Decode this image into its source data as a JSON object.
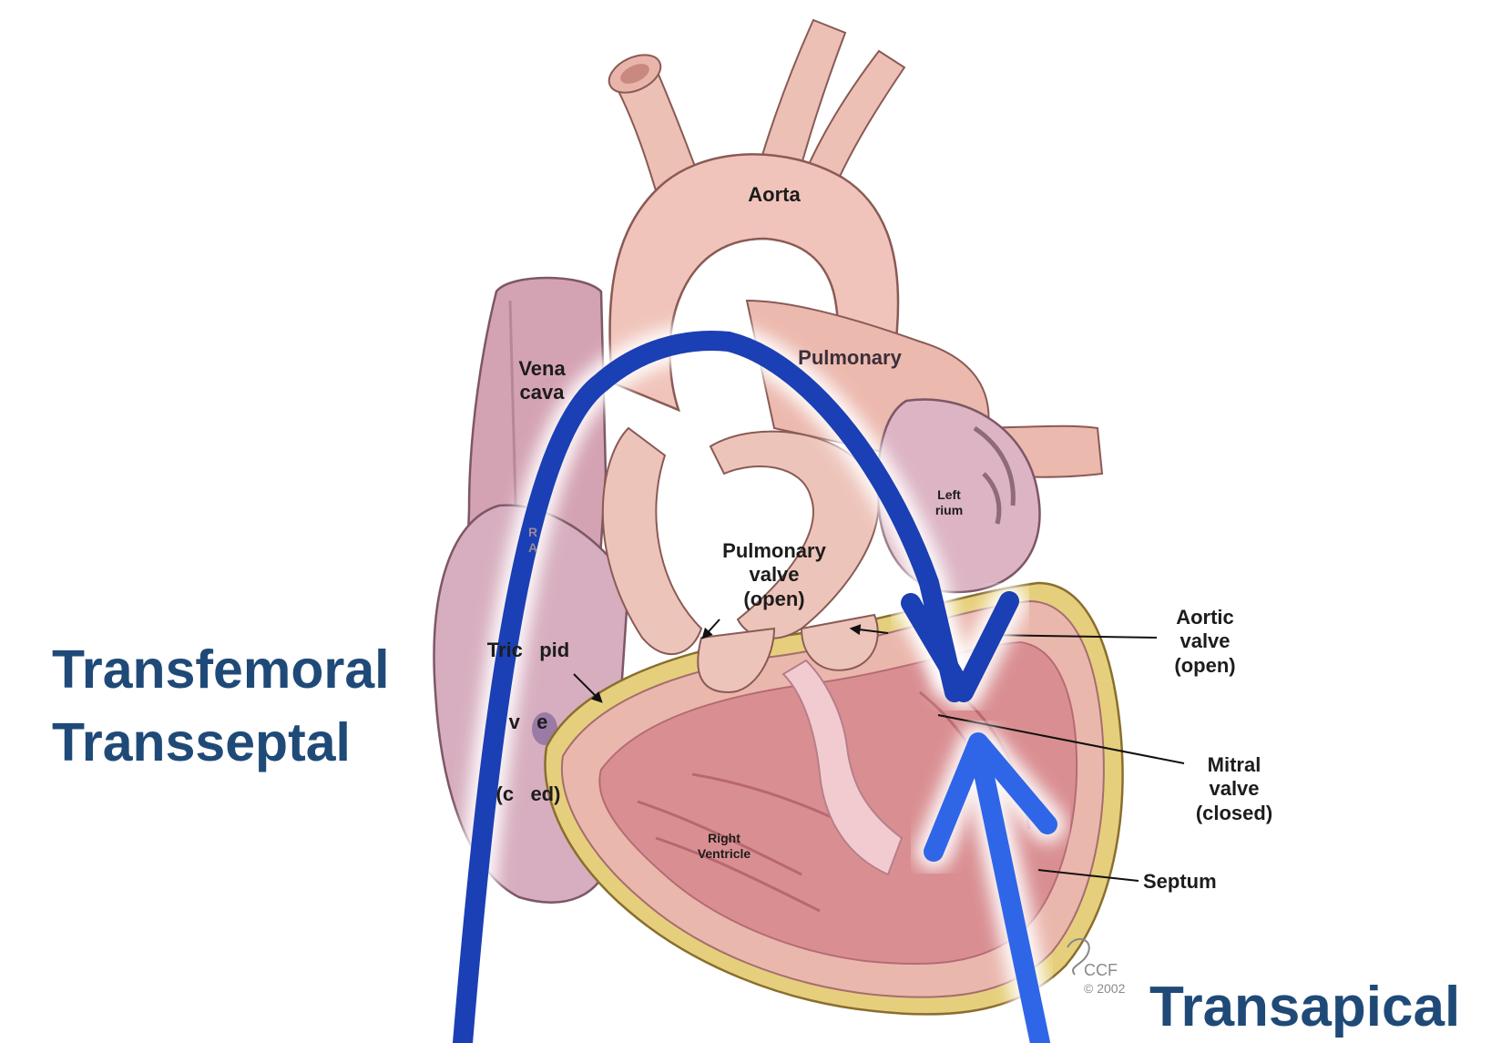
{
  "approach_labels": {
    "transfemoral": "Transfemoral",
    "transseptal": "Transseptal",
    "transapical": "Transapical"
  },
  "anatomy_labels": {
    "aorta": "Aorta",
    "pulmonary_artery": "Pulmonary",
    "vena_cava_line1": "Vena",
    "vena_cava_line2": "cava",
    "left_atrium_line1": "Left",
    "left_atrium_line2": "rium",
    "right_atrium_line1": "R",
    "right_atrium_line2": "A",
    "pulmonary_valve_line1": "Pulmonary",
    "pulmonary_valve_line2": "valve",
    "pulmonary_valve_line3": "(open)",
    "tricuspid_line1": "Tric   pid",
    "tricuspid_line2": "v   e",
    "tricuspid_line3": "(c   ed)",
    "aortic_valve_line1": "Aortic",
    "aortic_valve_line2": "valve",
    "aortic_valve_line3": "(open)",
    "mitral_valve_line1": "Mitral",
    "mitral_valve_line2": "valve",
    "mitral_valve_line3": "(closed)",
    "septum": "Septum",
    "right_ventricle_line1": "Right",
    "right_ventricle_line2": "Ventricle"
  },
  "credit": {
    "line1": "CCF",
    "line2": "© 2002"
  },
  "colors": {
    "approach_text": "#1f4a78",
    "transseptal_arrow": "#1b3fb4",
    "transapical_arrow": "#2f66e8",
    "tissue": "#eab7ad",
    "myocardium": "#d98f92",
    "fat": "#e6cf7c"
  }
}
